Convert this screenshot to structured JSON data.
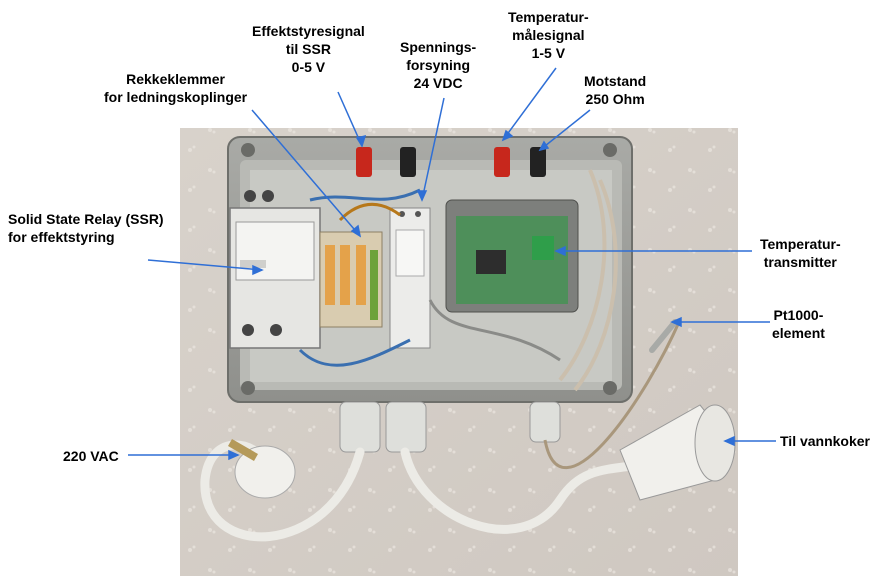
{
  "annotations": {
    "effekt": [
      "Effektstyresignal",
      "til SSR",
      "0-5 V"
    ],
    "spenning": [
      "Spennings-",
      "forsyning",
      "24 VDC"
    ],
    "temperaturmaal": [
      "Temperatur-",
      "målesignal",
      "1-5 V"
    ],
    "rekke": [
      "Rekkeklemmer",
      "for ledningskoplinger"
    ],
    "motstand": [
      "Motstand",
      "250 Ohm"
    ],
    "ssr": [
      "Solid State Relay (SSR)",
      "for effektstyring"
    ],
    "transmitter": [
      "Temperatur-",
      "transmitter"
    ],
    "pt1000": [
      "Pt1000-",
      "element"
    ],
    "vac": [
      "220 VAC"
    ],
    "vannkoker": [
      "Til vannkoker"
    ]
  },
  "colors": {
    "arrow": "#2f6fd6",
    "box": "#9a9b97",
    "background": "#d9d3cc"
  }
}
